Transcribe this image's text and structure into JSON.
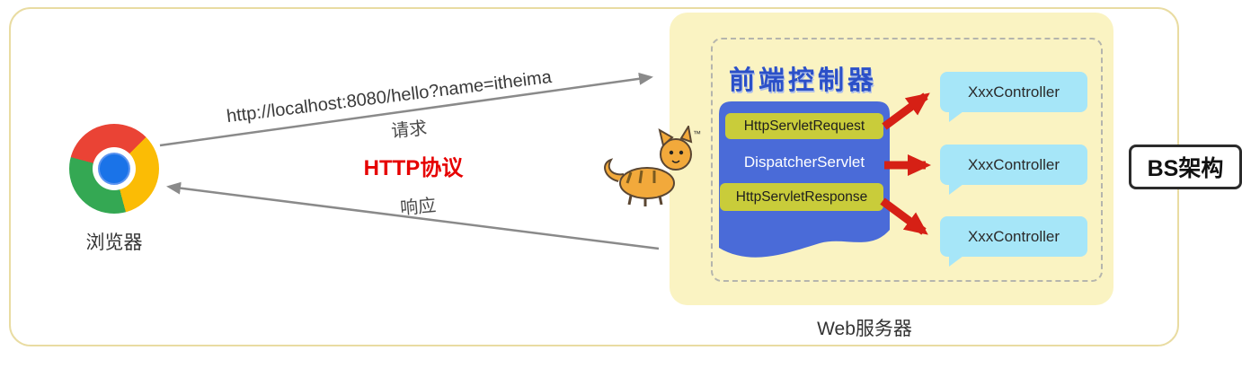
{
  "colors": {
    "protocol_red": "#e60000",
    "arrow_red": "#d62015",
    "arrow_gray": "#8a8a8a",
    "server_bg": "#faf3c2",
    "panel_blue": "#4a6bd8",
    "pill_yellow": "#c9cc3a",
    "controller_cyan": "#a6e6f8",
    "border_tan": "#e9dca2"
  },
  "browser": {
    "label": "浏览器"
  },
  "request": {
    "url": "http://localhost:8080/hello?name=itheima",
    "label": "请求"
  },
  "protocol": {
    "label": "HTTP协议"
  },
  "response": {
    "label": "响应"
  },
  "server": {
    "label": "Web服务器",
    "front_controller": {
      "title": "前端控制器",
      "items": [
        {
          "label": "HttpServletRequest"
        },
        {
          "label": "DispatcherServlet"
        },
        {
          "label": "HttpServletResponse"
        }
      ]
    },
    "controllers": [
      {
        "label": "XxxController"
      },
      {
        "label": "XxxController"
      },
      {
        "label": "XxxController"
      }
    ]
  },
  "architecture": {
    "label": "BS架构"
  },
  "tomcat": {
    "trademark": "™"
  }
}
